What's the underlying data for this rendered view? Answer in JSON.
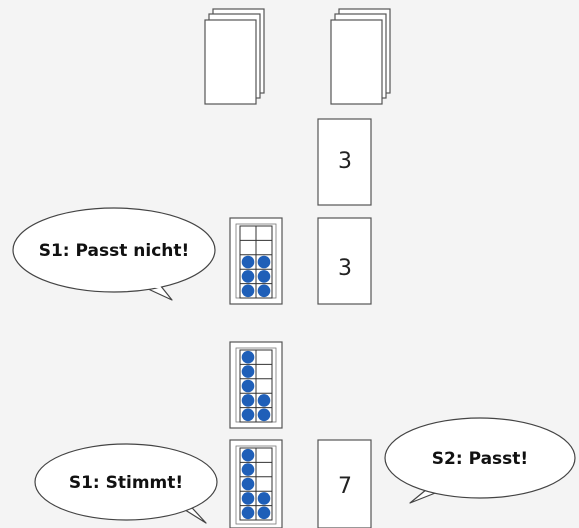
{
  "number_cards": [
    "3",
    "3",
    "7"
  ],
  "speech_bubbles": [
    "S1: Passt nicht!",
    "S1: Stimmt!",
    "S2: Passt!"
  ],
  "colors": {
    "background": "#f4f4f4",
    "card_fill": "#ffffff",
    "card_stroke": "#555555",
    "dot_blue": "#1f5fb8"
  },
  "dot_cards": [
    {
      "label": "dot-card-1",
      "filled_dots": 6,
      "total_cells": 10
    },
    {
      "label": "dot-card-2",
      "filled_dots": 7,
      "total_cells": 10
    },
    {
      "label": "dot-card-3",
      "filled_dots": 7,
      "total_cells": 10
    }
  ]
}
